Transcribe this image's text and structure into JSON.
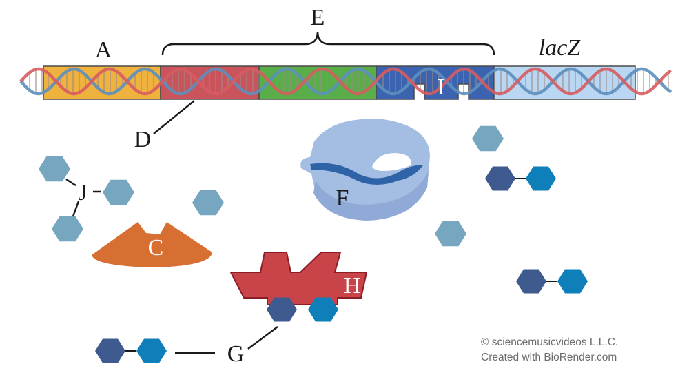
{
  "labels": {
    "a": "A",
    "e": "E",
    "lacz": "lacZ",
    "d": "D",
    "i": "I",
    "f": "F",
    "j": "J",
    "c": "C",
    "h": "H",
    "g": "G"
  },
  "credits": {
    "line1": "© sciencemusicvideos L.L.C.",
    "line2": "Created with BioRender.com"
  },
  "colors": {
    "region_a": "#f0b23e",
    "region_d": "#c9545c",
    "region_green": "#5aae4a",
    "region_i": "#3c63b0",
    "region_lacz": "#b9d7f2",
    "repressor_f": "#a3bde3",
    "activator_c": "#d66f31",
    "enzyme_h": "#c94448",
    "hex_light": "#77a6c0",
    "hex_dark": "#3e5a8e",
    "hex_mid": "#0f7fb9"
  },
  "icons": {
    "dna": "double-helix-icon",
    "monosaccharide": "hexagon-icon",
    "disaccharide": "linked-hexagon-pair-icon"
  }
}
